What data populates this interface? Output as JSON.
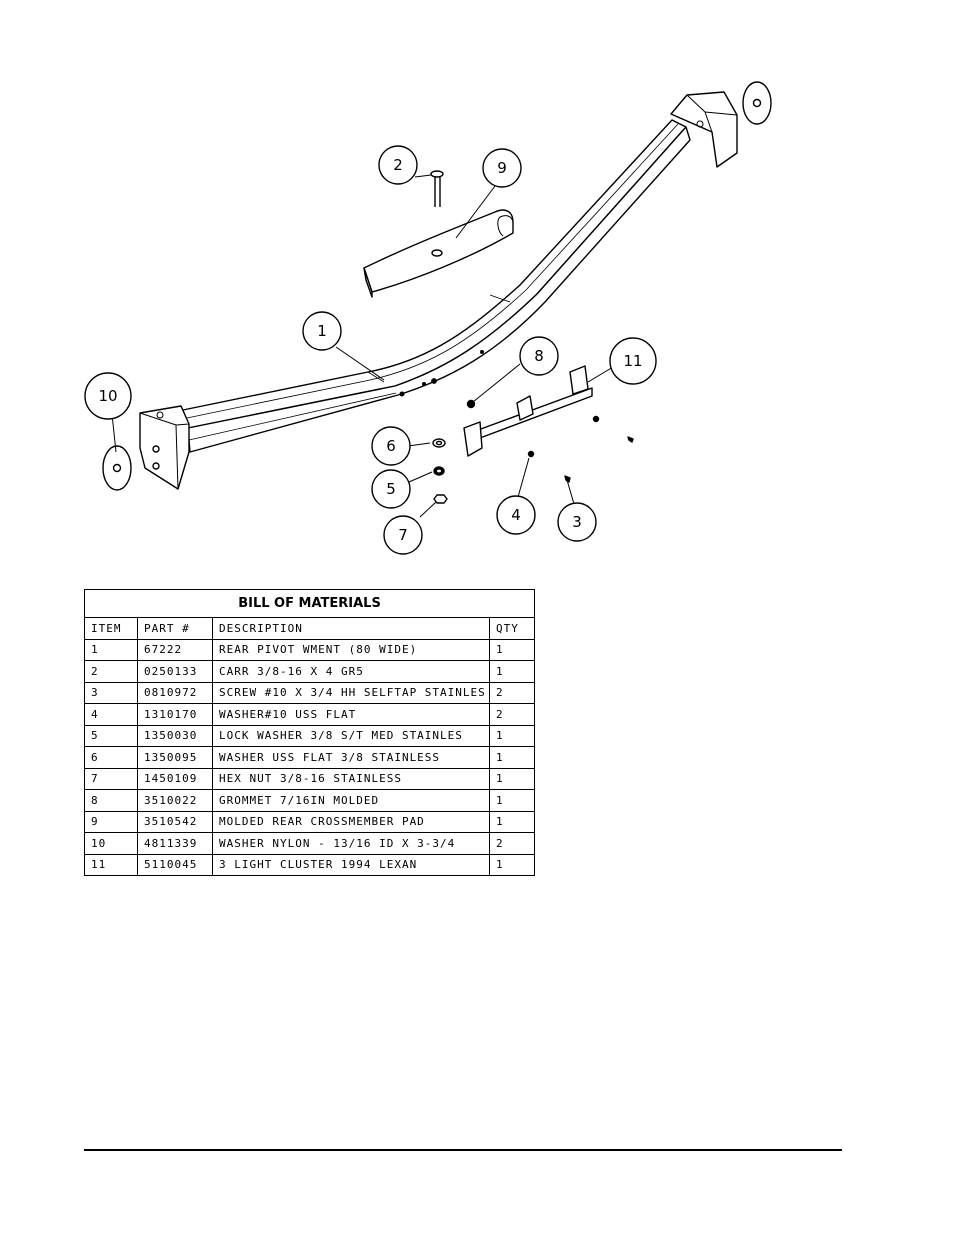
{
  "colors": {
    "ink": "#000000",
    "paper": "#ffffff",
    "shade": "#bfbfbf"
  },
  "callouts": [
    {
      "label": "1"
    },
    {
      "label": "2"
    },
    {
      "label": "3"
    },
    {
      "label": "4"
    },
    {
      "label": "5"
    },
    {
      "label": "6"
    },
    {
      "label": "7"
    },
    {
      "label": "8"
    },
    {
      "label": "9"
    },
    {
      "label": "10"
    },
    {
      "label": "11"
    }
  ],
  "bom": {
    "title": "BILL OF MATERIALS",
    "headers": [
      "ITEM",
      "PART #",
      "DESCRIPTION",
      "QTY"
    ],
    "rows": [
      [
        "1",
        "67222",
        "REAR PIVOT WMENT (80 WIDE)",
        "1"
      ],
      [
        "2",
        "0250133",
        "CARR 3/8-16 X 4 GR5",
        "1"
      ],
      [
        "3",
        "0810972",
        "SCREW #10 X 3/4 HH SELFTAP STAINLES",
        "2"
      ],
      [
        "4",
        "1310170",
        "WASHER#10 USS FLAT",
        "2"
      ],
      [
        "5",
        "1350030",
        "LOCK WASHER 3/8 S/T MED STAINLES",
        "1"
      ],
      [
        "6",
        "1350095",
        "WASHER USS FLAT 3/8 STAINLESS",
        "1"
      ],
      [
        "7",
        "1450109",
        "HEX NUT 3/8-16 STAINLESS",
        "1"
      ],
      [
        "8",
        "3510022",
        "GROMMET  7/16IN MOLDED",
        "1"
      ],
      [
        "9",
        "3510542",
        "MOLDED REAR CROSSMEMBER PAD",
        "1"
      ],
      [
        "10",
        "4811339",
        "WASHER NYLON - 13/16 ID X 3-3/4",
        "2"
      ],
      [
        "11",
        "5110045",
        "3 LIGHT CLUSTER  1994  LEXAN",
        "1"
      ]
    ]
  }
}
